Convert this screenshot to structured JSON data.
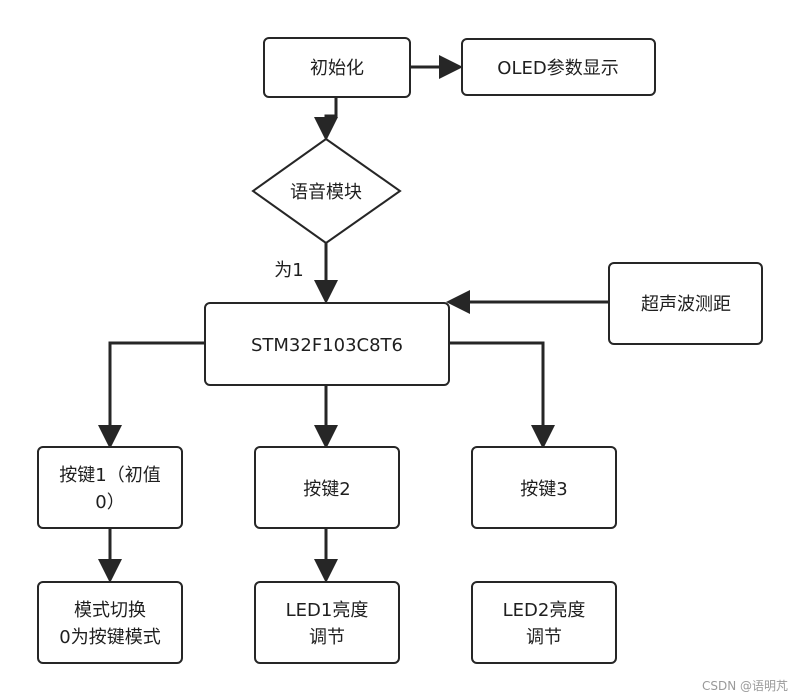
{
  "nodes": {
    "init": "初始化",
    "oled": "OLED参数显示",
    "voice": "语音模块",
    "mcu": "STM32F103C8T6",
    "ultrasonic": "超声波测距",
    "key1": [
      "按键1（初值",
      "0）"
    ],
    "key2": "按键2",
    "key3": "按键3",
    "mode": [
      "模式切换",
      "0为按键模式"
    ],
    "led1": [
      "LED1亮度",
      "调节"
    ],
    "led2": [
      "LED2亮度",
      "调节"
    ]
  },
  "edge_labels": {
    "voice_to_mcu": "为1"
  },
  "watermark": "CSDN @语明芃"
}
